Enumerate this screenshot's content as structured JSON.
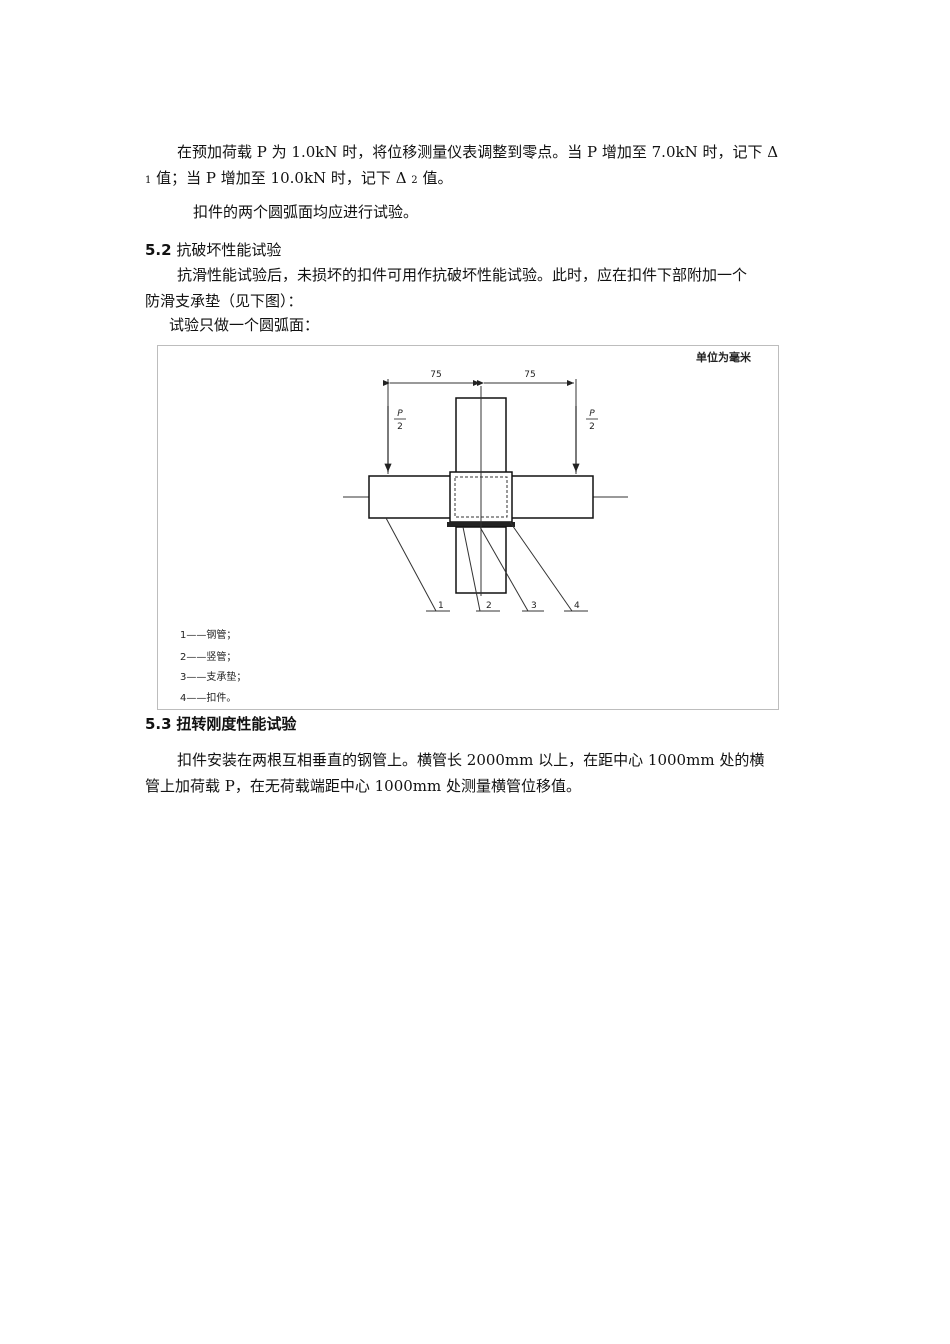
{
  "para1": {
    "line1": "在预加荷载 P 为 1.0kN 时，将位移测量仪表调整到零点。当 P 增加至 7.0kN 时，记下 Δ",
    "line2_sub1": "1",
    "line2_a": " 值；当 P 增加至 10.0kN 时，记下 Δ ",
    "line2_sub2": "2",
    "line2_b": " 值。"
  },
  "para2": "扣件的两个圆弧面均应进行试验。",
  "section52": {
    "number": "5.2",
    "title": "抗破坏性能试验",
    "line1": "抗滑性能试验后，未损坏的扣件可用作抗破坏性能试验。此时，应在扣件下部附加一个",
    "line2": "防滑支承垫（见下图）：",
    "line3": "试验只做一个圆弧面："
  },
  "figure": {
    "unit_note": "单位为毫米",
    "dim_left": "75",
    "dim_right": "75",
    "load_num": "P",
    "load_den": "2",
    "callouts": [
      "1",
      "2",
      "3",
      "4"
    ],
    "legend": [
      "1——钢管；",
      "2——竖管；",
      "3——支承垫；",
      "4——扣件。"
    ]
  },
  "section53": {
    "number": "5.3",
    "title": "扭转刚度性能试验",
    "line1": "扣件安装在两根互相垂直的钢管上。横管长 2000mm 以上，在距中心 1000mm 处的横",
    "line2": "管上加荷载 P，在无荷载端距中心 1000mm 处测量横管位移值。"
  }
}
